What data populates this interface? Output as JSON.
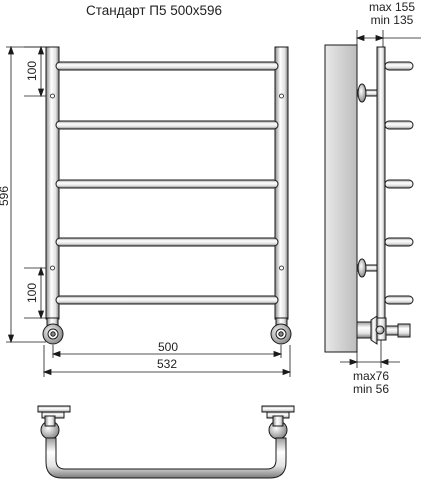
{
  "title": "Стандарт П5 500х596",
  "dimensions": {
    "total_height": "596",
    "top_offset": "100",
    "bottom_offset": "100",
    "center_distance": "500",
    "total_width": "532",
    "wall_max": "max 155",
    "wall_min": "min 135",
    "pipe_max": "max76",
    "pipe_min": "min 56"
  },
  "colors": {
    "line": "#1a1a1a",
    "wall": "#d0d0d0",
    "chrome_light": "#f2f2f2",
    "chrome_dark": "#8a8a8a"
  }
}
